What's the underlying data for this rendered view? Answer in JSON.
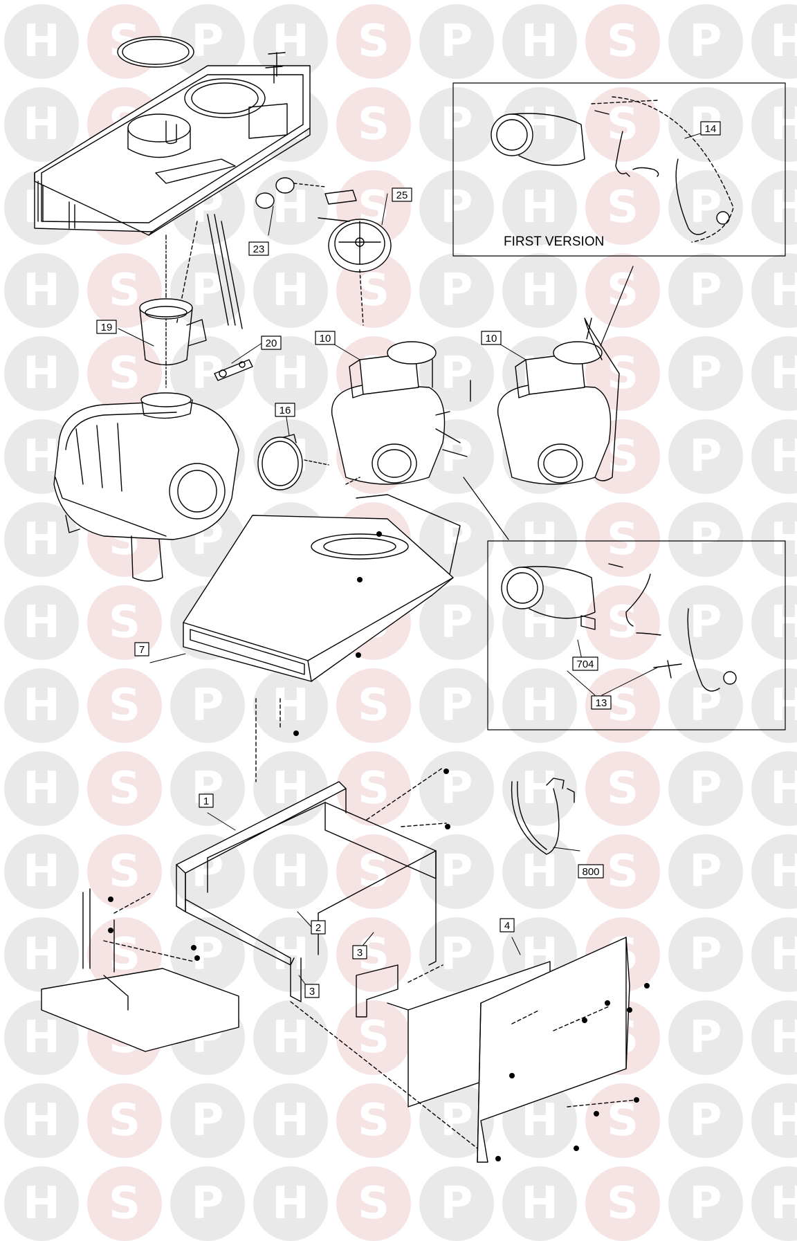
{
  "watermark": {
    "letters": [
      "H",
      "S",
      "P"
    ],
    "colors": {
      "H": "#e9e9e9",
      "S": "#f6e3e3",
      "P": "#e9e9e9"
    }
  },
  "inset_top": {
    "caption": "FIRST VERSION"
  },
  "parts": {
    "p1": "1",
    "p2": "2",
    "p3a": "3",
    "p3b": "3",
    "p4": "4",
    "p7": "7",
    "p10a": "10",
    "p10b": "10",
    "p13": "13",
    "p14": "14",
    "p16": "16",
    "p19": "19",
    "p20": "20",
    "p23": "23",
    "p25": "25",
    "p704": "704",
    "p800": "800"
  }
}
